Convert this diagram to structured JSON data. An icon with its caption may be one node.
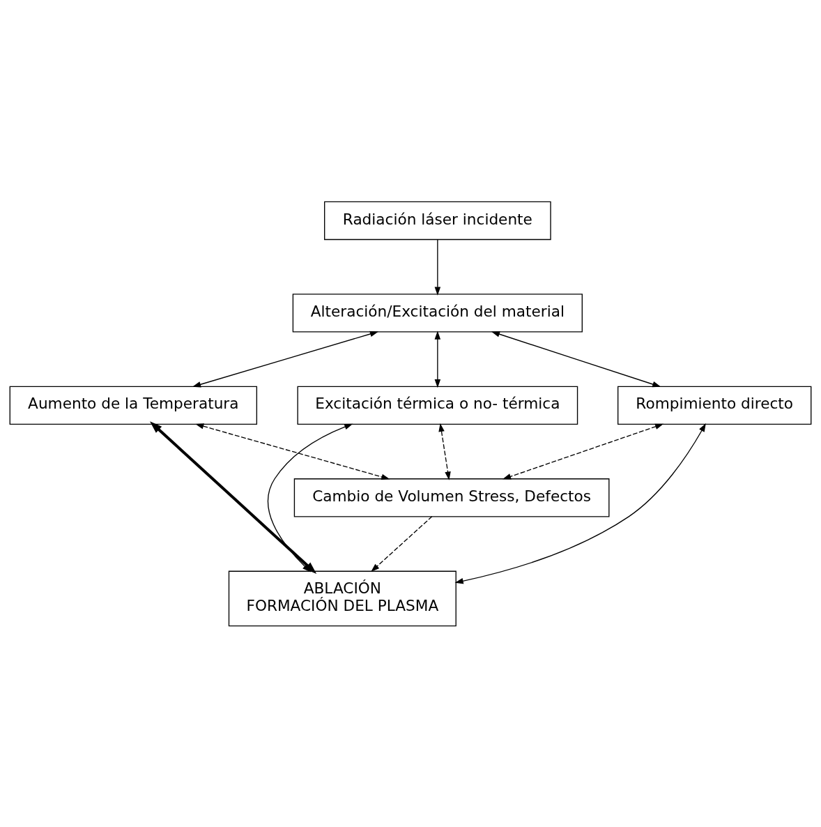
{
  "diagram": {
    "nodes": [
      {
        "text": [
          "Radiación láser incidente"
        ]
      },
      {
        "text": [
          "Alteración/Excitación del material"
        ]
      },
      {
        "text": [
          "Aumento de la Temperatura"
        ]
      },
      {
        "text": [
          "Excitación térmica o no- térmica"
        ]
      },
      {
        "text": [
          "Rompimiento directo"
        ]
      },
      {
        "text": [
          "Cambio de Volumen Stress, Defectos"
        ]
      },
      {
        "text": [
          "ABLACIÓN",
          "FORMACIÓN DEL PLASMA"
        ]
      }
    ],
    "edges": [
      {
        "from": 0,
        "to": 1,
        "arrow": "to"
      },
      {
        "from": 1,
        "to": 2,
        "arrow": "both"
      },
      {
        "from": 1,
        "to": 3,
        "arrow": "both"
      },
      {
        "from": 1,
        "to": 4,
        "arrow": "both"
      },
      {
        "from": 2,
        "to": 5,
        "arrow": "both",
        "style": "dashed"
      },
      {
        "from": 3,
        "to": 5,
        "arrow": "both",
        "style": "dashed"
      },
      {
        "from": 4,
        "to": 5,
        "arrow": "both",
        "style": "dashed"
      },
      {
        "from": 5,
        "to": 6,
        "arrow": "to",
        "style": "dashed"
      },
      {
        "from": 2,
        "to": 6,
        "arrow": "both",
        "style": "thick"
      },
      {
        "from": 3,
        "to": 6,
        "arrow": "both"
      },
      {
        "from": 4,
        "to": 6,
        "arrow": "both"
      }
    ]
  }
}
